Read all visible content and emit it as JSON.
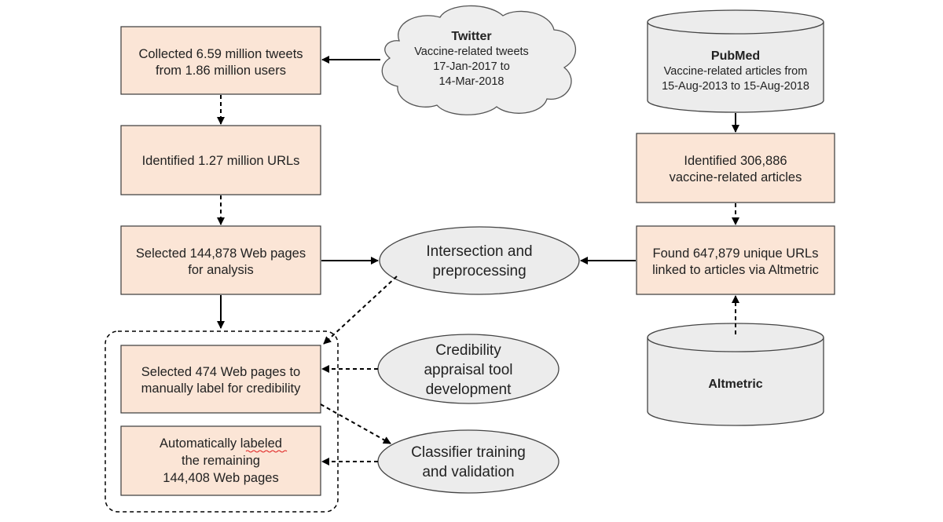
{
  "colors": {
    "box_fill": "#fbe5d6",
    "box_stroke": "#3a3a3a",
    "ellipse_fill": "#ececec",
    "cloud_fill": "#eeeeee",
    "cylinder_fill": "#ececec",
    "arrow": "#000000"
  },
  "boxes": {
    "collected": {
      "lines": [
        "Collected 6.59 million tweets",
        "from 1.86 million users"
      ]
    },
    "urls": {
      "lines": [
        "Identified 1.27 million URLs"
      ]
    },
    "selected": {
      "lines": [
        "Selected 144,878 Web pages",
        "for analysis"
      ]
    },
    "manual": {
      "lines": [
        "Selected 474 Web pages to",
        "manually label for credibility"
      ]
    },
    "auto": {
      "lines": [
        "Automatically labeled",
        "the remaining",
        "144,408 Web pages"
      ]
    },
    "identified_articles": {
      "lines": [
        "Identified 306,886",
        "vaccine-related articles"
      ]
    },
    "found_urls": {
      "lines": [
        "Found 647,879 unique URLs",
        "linked to articles via Altmetric"
      ]
    }
  },
  "ellipses": {
    "intersection": {
      "lines": [
        "Intersection and",
        "preprocessing"
      ]
    },
    "credibility": {
      "lines": [
        "Credibility",
        "appraisal tool",
        "development"
      ]
    },
    "classifier": {
      "lines": [
        "Classifier training",
        "and validation"
      ]
    }
  },
  "cloud": {
    "title": "Twitter",
    "lines": [
      "Vaccine-related tweets",
      "17-Jan-2017 to",
      "14-Mar-2018"
    ]
  },
  "cylinders": {
    "pubmed": {
      "title": "PubMed",
      "lines": [
        "Vaccine-related articles from",
        "15-Aug-2013 to 15-Aug-2018"
      ]
    },
    "altmetric": {
      "title": "Altmetric",
      "lines": []
    }
  }
}
